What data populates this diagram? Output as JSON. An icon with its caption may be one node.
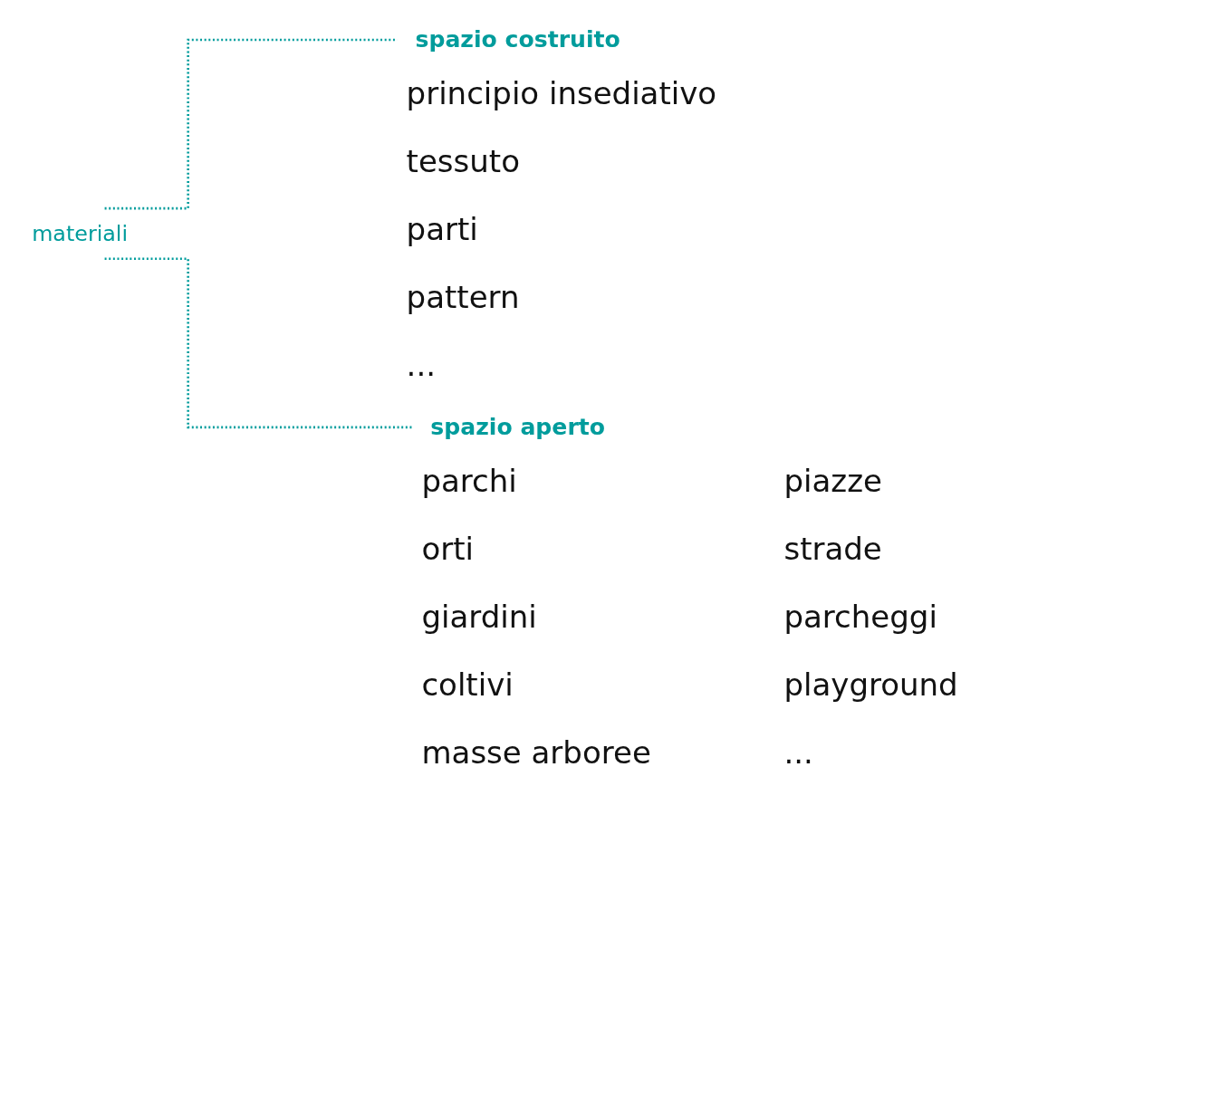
{
  "diagram": {
    "nodes": [
      {
        "text": [
          "materiali"
        ]
      },
      {
        "text": [
          "spazio costruito"
        ]
      },
      {
        "text": [
          "spazio aperto"
        ]
      }
    ],
    "edges": [
      {
        "from": 0,
        "to": 1,
        "arrow": "none",
        "style": "dashed"
      },
      {
        "from": 0,
        "to": 2,
        "arrow": "none",
        "style": "dashed"
      }
    ],
    "labels": [
      "principio insediativo",
      "tessuto",
      "parti",
      "pattern",
      "...",
      "parchi",
      "piazze",
      "orti",
      "strade",
      "giardini",
      "parcheggi",
      "coltivi",
      "playground",
      "masse arboree",
      "..."
    ]
  }
}
